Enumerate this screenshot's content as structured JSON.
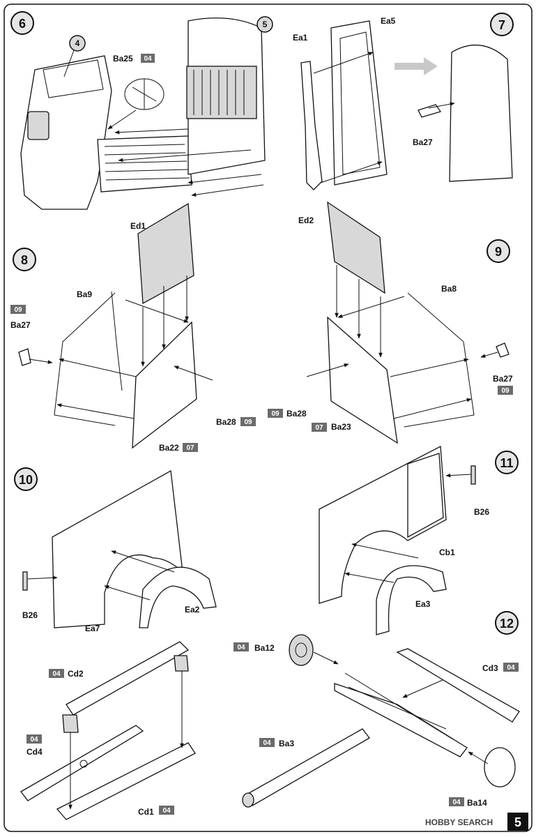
{
  "steps": [
    "6",
    "7",
    "8",
    "9",
    "10",
    "11",
    "12"
  ],
  "refs": {
    "a": "4",
    "b": "5"
  },
  "labels": {
    "ba25": "Ba25",
    "ea1": "Ea1",
    "ea5": "Ea5",
    "ba27_s7": "Ba27",
    "ed1": "Ed1",
    "ed2": "Ed2",
    "ba9": "Ba9",
    "ba8": "Ba8",
    "ba27_s8": "Ba27",
    "ba27_s9": "Ba27",
    "ba28_s8": "Ba28",
    "ba28_s9": "Ba28",
    "ba22": "Ba22",
    "ba23": "Ba23",
    "b26_s10": "B26",
    "ea7": "Ea7",
    "ea2": "Ea2",
    "b26_s11": "B26",
    "cb1": "Cb1",
    "ea3": "Ea3",
    "cd2": "Cd2",
    "cd4": "Cd4",
    "cd1": "Cd1",
    "ba12": "Ba12",
    "cd3": "Cd3",
    "ba3": "Ba3",
    "ba14": "Ba14"
  },
  "codes": {
    "ba25": "04",
    "ba27_s8": "09",
    "ba28_s8": "09",
    "ba22": "07",
    "ba27_s9": "09",
    "ba28_s9": "09",
    "ba23": "07",
    "cd2": "04",
    "cd4": "04",
    "cd1": "04",
    "ba12": "04",
    "cd3": "04",
    "ba3": "04",
    "ba14": "04"
  },
  "watermark": "HOBBY SEARCH",
  "page_number": "5"
}
